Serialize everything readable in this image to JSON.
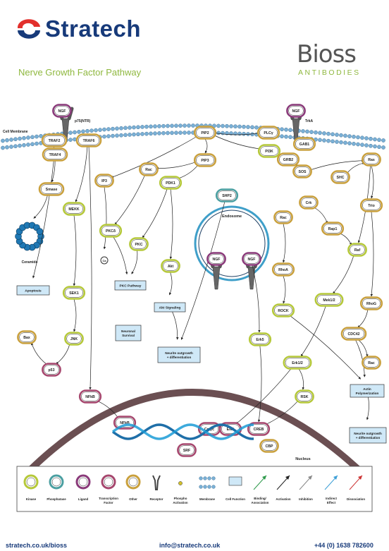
{
  "brand": {
    "name": "Stratech",
    "logo_icon": "stratech-swirl",
    "brand_color": "#173a7a",
    "accent_color": "#e2302c"
  },
  "page_title": "Nerve Growth Factor Pathway",
  "partner": {
    "name": "Bioss",
    "subtitle": "ANTIBODIES",
    "accent_color": "#8fb83f"
  },
  "colors": {
    "kinase": "#b5c83a",
    "phosphatase": "#4b9fa1",
    "ligand": "#8a3a7a",
    "transcription_factor": "#a6476e",
    "other": "#c9a03d",
    "nucleus": "#6b4f52",
    "membrane": "#7ab0d6",
    "endosome": "#3f9fc9",
    "function_box": "#cfe8f7"
  },
  "labels": {
    "cell_membrane": "Cell Membrane",
    "p75": "p75(NTR)",
    "trka": "TrkA",
    "endosome": "Endosome",
    "nucleus": "Nucleus",
    "ceramide": "Ceramide"
  },
  "nodes": {
    "ngf_p75": "NGF",
    "ngf_trka": "NGF",
    "ngf_endo1": "NGF",
    "ngf_endo2": "NGF",
    "traf2": "TRAF2",
    "traf4": "TRAF4",
    "traf6": "TRAF6",
    "pip2": "PIP2",
    "pip3": "PIP3",
    "plcg": "PLCγ",
    "pi3k": "PI3K",
    "gab1": "GAB1",
    "grb2": "GRB2",
    "sos": "SOS",
    "shp2": "SHP2",
    "shc": "SHC",
    "ras": "Ras",
    "smase": "Smase",
    "mekk": "MEKK",
    "ip3": "IP3",
    "rac1": "Rac",
    "pdk1": "PDK1",
    "pkcd": "PKCδ",
    "pkc": "PKC",
    "akt": "Akt",
    "rac2": "Rac",
    "crk": "Crk",
    "rap1": "Rap1",
    "raf": "Raf",
    "rhoa": "RhoA",
    "rock": "ROCK",
    "mek": "Mek1/2",
    "trio": "Trio",
    "rhog": "RhoG",
    "cdc42": "CDC42",
    "rac3": "Rac",
    "sek1": "SEK1",
    "jnk": "JNK",
    "bax": "Bax",
    "p53": "p53",
    "erk5": "Erk5",
    "erk12": "Erk1/2",
    "rsk": "RSK",
    "nfkb_out": "NFkB",
    "nfkb_in": "NFkB",
    "cmyc": "Cmyc",
    "elk1": "Elk1",
    "creb": "CREB",
    "cbp": "CBP",
    "srf": "SRF",
    "ca": "Ca"
  },
  "functions": {
    "apoptosis": "Apoptosis",
    "pkc_pathway": "PKC Pathway",
    "akt_signaling": "Akt Signaling",
    "neuronal_survival": "Neuronal Survival",
    "neurite_mid": "Neurite outgrowth + differentiation",
    "actin": "Actin Polymerization",
    "neurite_right": "Neurite outgrowth + differentiation"
  },
  "legend": {
    "kinase": "Kinase",
    "phosphatase": "Phosphatase",
    "ligand": "Ligand",
    "transcription_factor": "Transcription Factor",
    "other": "Other",
    "receptor": "Receptor",
    "phospho": "Phospho Activation",
    "membrane": "Membrane",
    "cell_function": "Cell Function",
    "binding": "Binding/ Association",
    "activation": "Activation",
    "inhibition": "Inhibition",
    "indirect": "Indirect Effect",
    "dissociation": "Dissociation"
  },
  "footer": {
    "website": "stratech.co.uk/bioss",
    "email": "info@stratech.co.uk",
    "phone": "+44 (0) 1638 782600"
  }
}
